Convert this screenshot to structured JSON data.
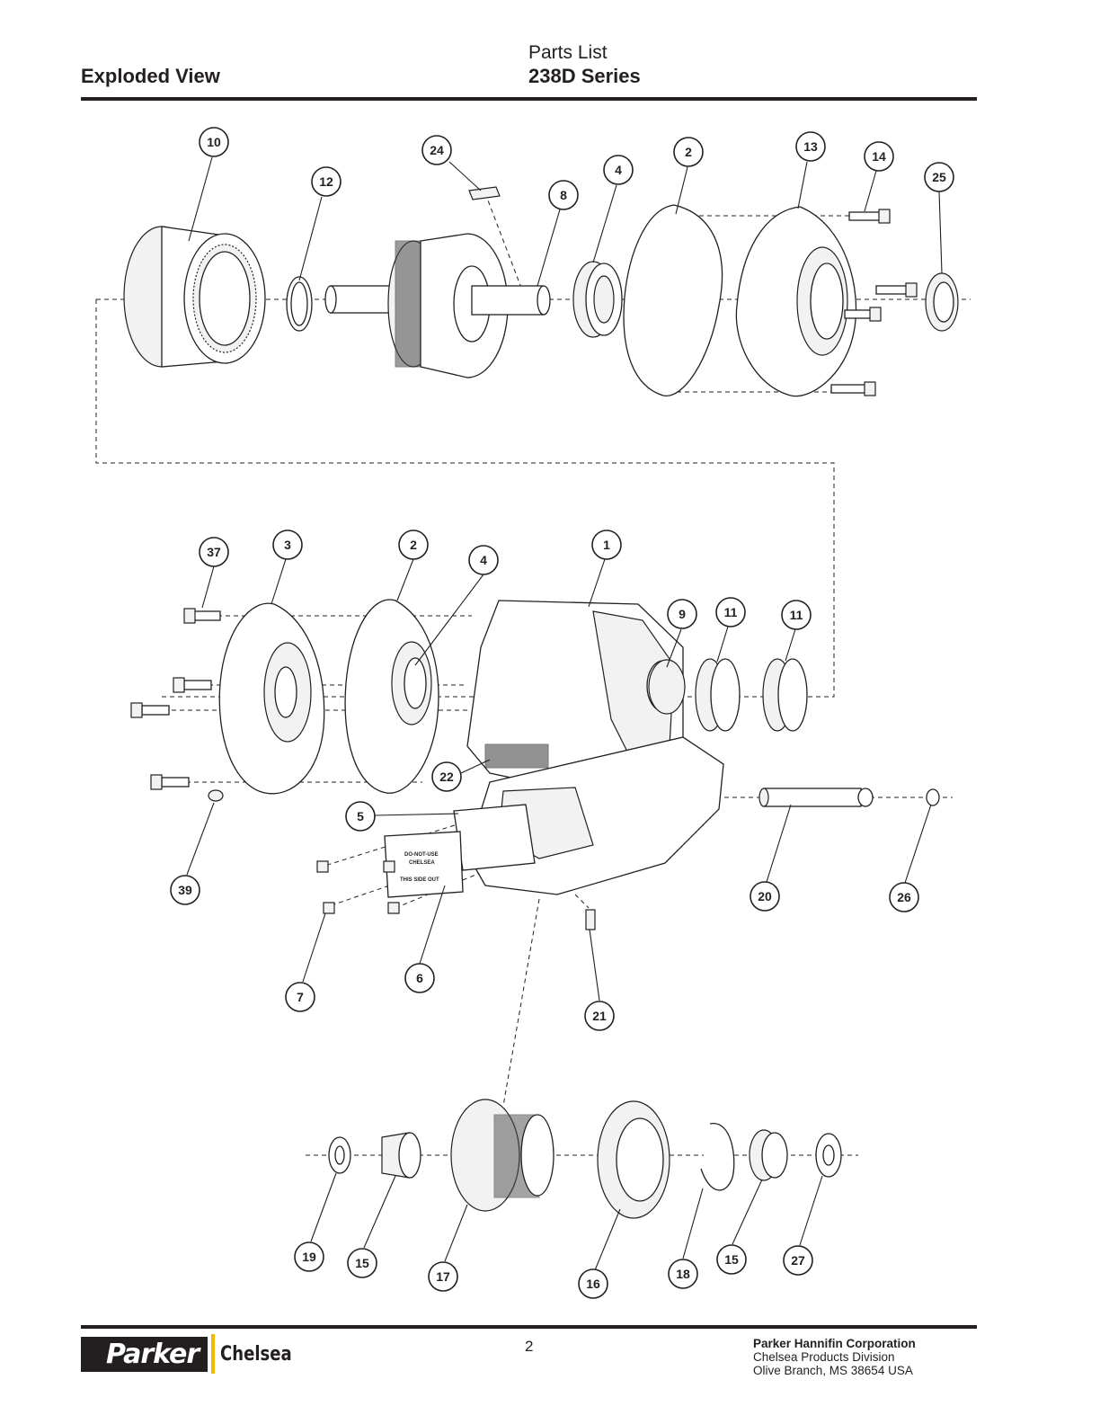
{
  "header": {
    "left_title": "Exploded View",
    "doc_type": "Parts List",
    "series": "238D Series"
  },
  "diagram": {
    "callouts": [
      {
        "id": "c10",
        "label": "10"
      },
      {
        "id": "c12",
        "label": "12"
      },
      {
        "id": "c24",
        "label": "24"
      },
      {
        "id": "c8",
        "label": "8"
      },
      {
        "id": "c4a",
        "label": "4"
      },
      {
        "id": "c2a",
        "label": "2"
      },
      {
        "id": "c13",
        "label": "13"
      },
      {
        "id": "c14",
        "label": "14"
      },
      {
        "id": "c25",
        "label": "25"
      },
      {
        "id": "c37",
        "label": "37"
      },
      {
        "id": "c3",
        "label": "3"
      },
      {
        "id": "c2b",
        "label": "2"
      },
      {
        "id": "c4b",
        "label": "4"
      },
      {
        "id": "c1",
        "label": "1"
      },
      {
        "id": "c9",
        "label": "9"
      },
      {
        "id": "c11a",
        "label": "11"
      },
      {
        "id": "c11b",
        "label": "11"
      },
      {
        "id": "c22",
        "label": "22"
      },
      {
        "id": "c5",
        "label": "5"
      },
      {
        "id": "c39",
        "label": "39"
      },
      {
        "id": "c6",
        "label": "6"
      },
      {
        "id": "c7",
        "label": "7"
      },
      {
        "id": "c20",
        "label": "20"
      },
      {
        "id": "c26",
        "label": "26"
      },
      {
        "id": "c21",
        "label": "21"
      },
      {
        "id": "c19",
        "label": "19"
      },
      {
        "id": "c15a",
        "label": "15"
      },
      {
        "id": "c17",
        "label": "17"
      },
      {
        "id": "c16",
        "label": "16"
      },
      {
        "id": "c18",
        "label": "18"
      },
      {
        "id": "c15b",
        "label": "15"
      },
      {
        "id": "c27",
        "label": "27"
      }
    ],
    "cover_text": [
      "DO-NOT-USE",
      "CHELSEA",
      "THIS SIDE OUT"
    ]
  },
  "footer": {
    "page_number": "2",
    "brand": "Parker",
    "division_brand": "Chelsea",
    "brand_accent": "#f2b900",
    "company": "Parker Hannifin Corporation",
    "division": "Chelsea Products Division",
    "address": "Olive Branch, MS 38654  USA"
  }
}
